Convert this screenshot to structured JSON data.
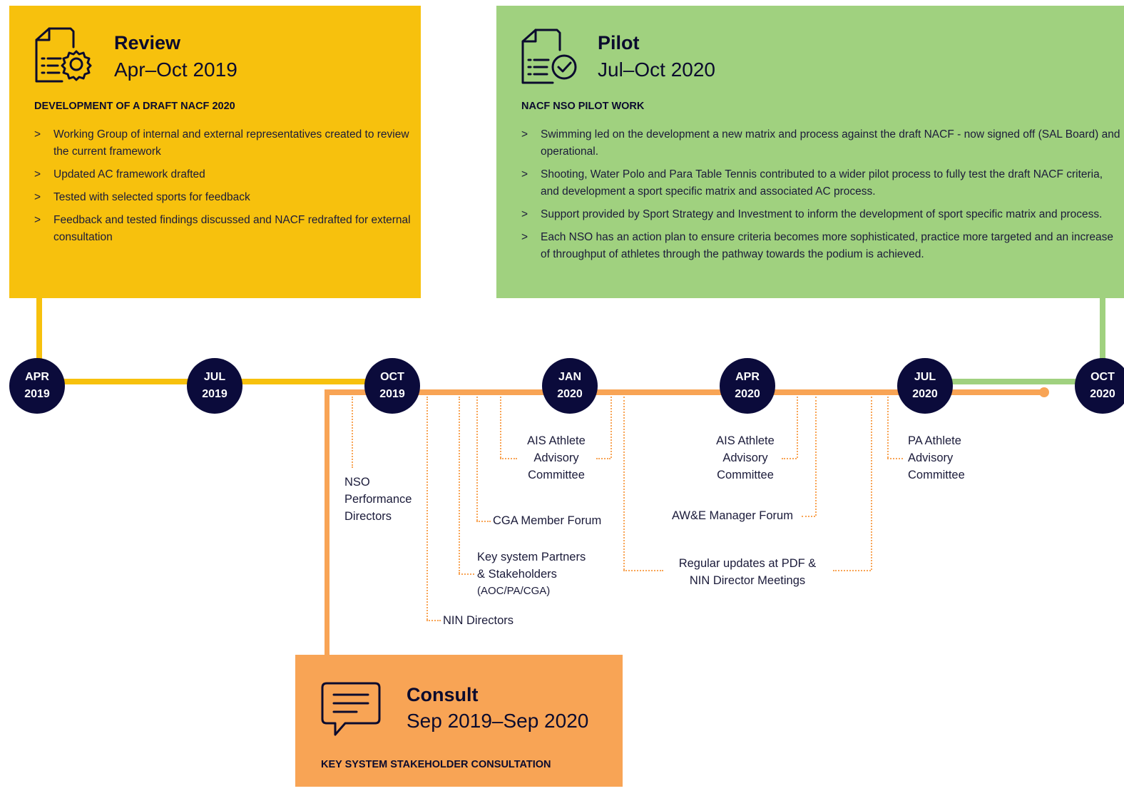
{
  "review": {
    "title": "Review",
    "dates": "Apr–Oct 2019",
    "subheading": "DEVELOPMENT OF A DRAFT NACF 2020",
    "bullets": [
      "Working Group of internal and external representatives created to review the current framework",
      "Updated AC framework drafted",
      "Tested with selected sports for feedback",
      "Feedback and tested findings discussed and NACF redrafted for external consultation"
    ],
    "color": "#f7c10d"
  },
  "pilot": {
    "title": "Pilot",
    "dates": "Jul–Oct 2020",
    "subheading": "NACF NSO PILOT WORK",
    "bullets": [
      "Swimming led on the development a new matrix and process against the draft NACF - now signed off (SAL Board) and operational.",
      "Shooting, Water Polo and Para Table Tennis contributed to a wider pilot process to fully test the draft NACF criteria, and development a sport specific matrix and associated AC process.",
      "Support provided by Sport Strategy and Investment to inform the development of sport specific matrix and process.",
      "Each NSO has an action plan to ensure criteria becomes more sophisticated, practice more targeted and an increase of throughput of athletes through the pathway towards the podium is achieved."
    ],
    "color": "#a0d17f"
  },
  "consult": {
    "title": "Consult",
    "dates": "Sep 2019–Sep 2020",
    "subheading": "KEY SYSTEM STAKEHOLDER CONSULTATION",
    "color": "#f8a455"
  },
  "bullet_marker": ">",
  "timeline": {
    "nodes": [
      {
        "month": "APR",
        "year": "2019"
      },
      {
        "month": "JUL",
        "year": "2019"
      },
      {
        "month": "OCT",
        "year": "2019"
      },
      {
        "month": "JAN",
        "year": "2020"
      },
      {
        "month": "APR",
        "year": "2020"
      },
      {
        "month": "JUL",
        "year": "2020"
      },
      {
        "month": "OCT",
        "year": "2020"
      }
    ],
    "node_color": "#0b0b3b"
  },
  "stakeholders": {
    "nso_performance_directors": [
      "NSO",
      "Performance",
      "Directors"
    ],
    "nin_directors": "NIN Directors",
    "key_system_partners": [
      "Key system Partners",
      "& Stakeholders",
      "(AOC/PA/CGA)"
    ],
    "cga_member_forum": "CGA Member Forum",
    "ais_athlete_committee_1": [
      "AIS Athlete",
      "Advisory",
      "Committee"
    ],
    "regular_updates": [
      "Regular updates at PDF &",
      "NIN Director Meetings"
    ],
    "awe_manager_forum": "AW&E Manager Forum",
    "ais_athlete_committee_2": [
      "AIS Athlete",
      "Advisory",
      "Committee"
    ],
    "pa_athlete_committee": [
      "PA Athlete",
      "Advisory",
      "Committee"
    ]
  },
  "icons": {
    "review": "document-gear-icon",
    "pilot": "document-check-icon",
    "consult": "speech-bubble-icon"
  }
}
